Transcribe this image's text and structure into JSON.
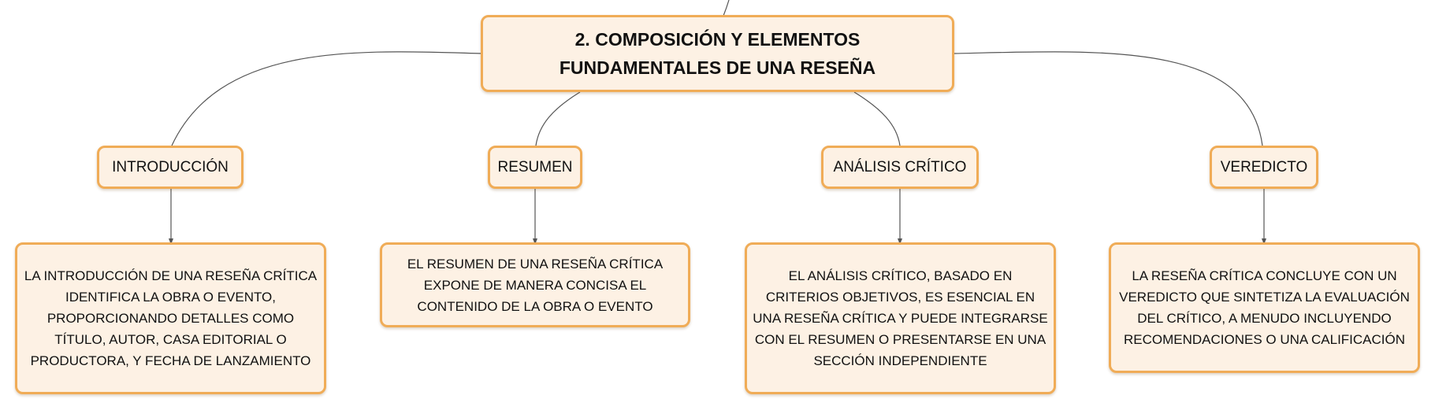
{
  "root": {
    "title": "2. COMPOSICIÓN Y ELEMENTOS FUNDAMENTALES DE UNA RESEÑA"
  },
  "branches": [
    {
      "label": "INTRODUCCIÓN",
      "detail": "LA INTRODUCCIÓN DE UNA RESEÑA CRÍTICA IDENTIFICA LA OBRA O EVENTO, PROPORCIONANDO DETALLES COMO TÍTULO, AUTOR, CASA EDITORIAL O PRODUCTORA, Y FECHA DE LANZAMIENTO"
    },
    {
      "label": "RESUMEN",
      "detail": "EL RESUMEN DE UNA RESEÑA CRÍTICA EXPONE DE MANERA CONCISA EL CONTENIDO DE LA OBRA O EVENTO"
    },
    {
      "label": "ANÁLISIS CRÍTICO",
      "detail": "EL ANÁLISIS CRÍTICO, BASADO EN CRITERIOS OBJETIVOS, ES ESENCIAL EN UNA RESEÑA CRÍTICA Y PUEDE INTEGRARSE CON EL RESUMEN O PRESENTARSE EN UNA SECCIÓN INDEPENDIENTE"
    },
    {
      "label": "VEREDICTO",
      "detail": "LA RESEÑA CRÍTICA CONCLUYE CON UN VEREDICTO QUE SINTETIZA LA EVALUACIÓN DEL CRÍTICO, A MENUDO INCLUYENDO RECOMENDACIONES O UNA CALIFICACIÓN"
    }
  ],
  "colors": {
    "border": "#f0ac57",
    "fill": "#fdf1e4",
    "connector": "#555555",
    "text": "#111111"
  }
}
